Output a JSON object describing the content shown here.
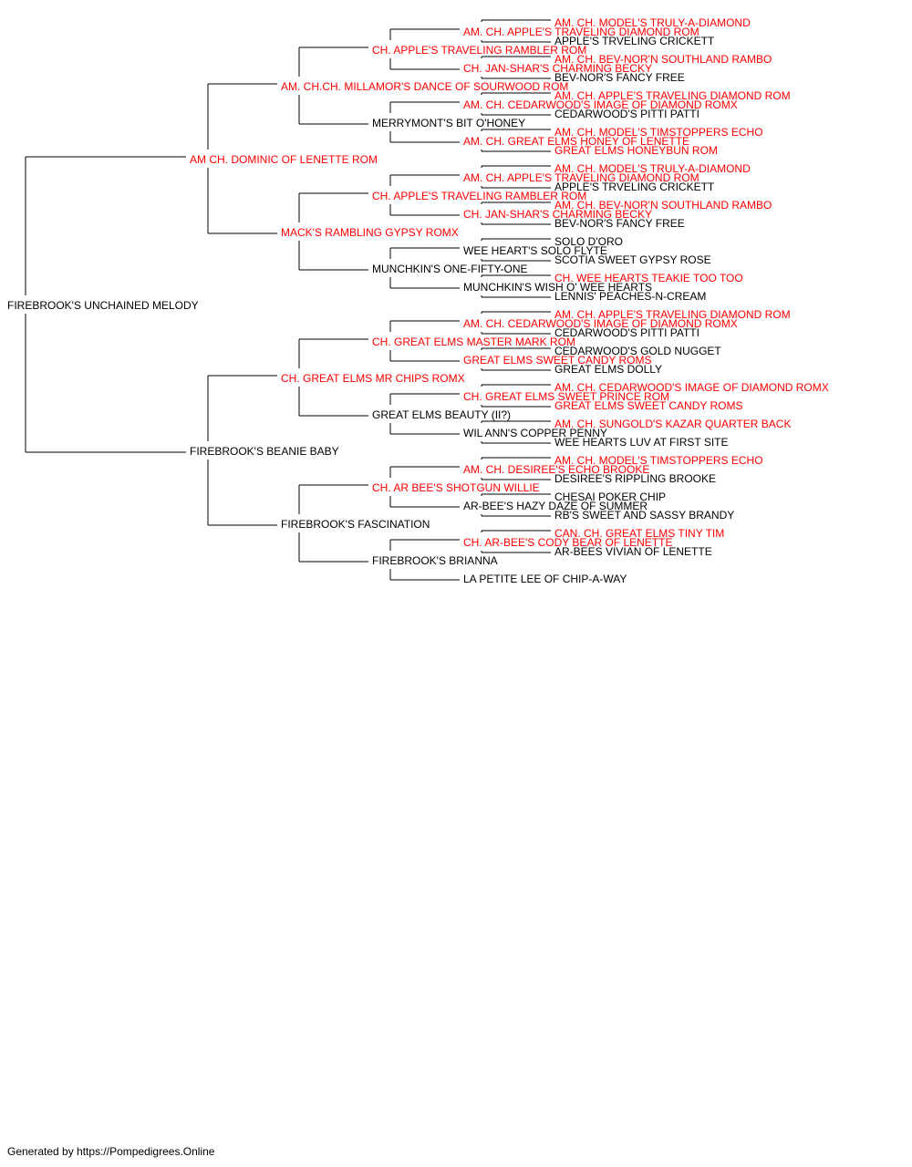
{
  "colors": {
    "champion": "#ff0000",
    "normal": "#000000",
    "line": "#000000"
  },
  "pedigree": {
    "name": "FIREBROOK'S UNCHAINED MELODY",
    "sire": {
      "name": "AM CH. DOMINIC OF LENETTE ROM",
      "champ": true,
      "sire": {
        "name": "AM. CH.CH. MILLAMOR'S DANCE OF SOURWOOD ROM",
        "champ": true,
        "sire": {
          "name": "CH. APPLE'S TRAVELING RAMBLER ROM",
          "champ": true,
          "sire": {
            "name": "AM. CH. APPLE'S TRAVELING DIAMOND ROM",
            "champ": true,
            "sire": {
              "name": "AM. CH. MODEL'S TRULY-A-DIAMOND",
              "champ": true
            },
            "dam": {
              "name": "APPLE'S TRVELING CRICKETT",
              "champ": false
            }
          },
          "dam": {
            "name": "CH. JAN-SHAR'S CHARMING BECKY",
            "champ": true,
            "sire": {
              "name": "AM. CH. BEV-NOR'N SOUTHLAND RAMBO",
              "champ": true
            },
            "dam": {
              "name": "BEV-NOR'S FANCY FREE",
              "champ": false
            }
          }
        },
        "dam": {
          "name": "MERRYMONT'S BIT O'HONEY",
          "champ": false,
          "sire": {
            "name": "AM. CH. CEDARWOOD'S IMAGE OF DIAMOND ROMX",
            "champ": true,
            "sire": {
              "name": "AM. CH. APPLE'S TRAVELING DIAMOND ROM",
              "champ": true
            },
            "dam": {
              "name": "CEDARWOOD'S PITTI PATTI",
              "champ": false
            }
          },
          "dam": {
            "name": "AM. CH. GREAT ELMS HONEY OF LENETTE",
            "champ": true,
            "sire": {
              "name": "AM. CH. MODEL'S TIMSTOPPERS ECHO",
              "champ": true
            },
            "dam": {
              "name": "GREAT ELMS HONEYBUN ROM",
              "champ": true
            }
          }
        }
      },
      "dam": {
        "name": "MACK'S RAMBLING GYPSY ROMX",
        "champ": true,
        "sire": {
          "name": "CH. APPLE'S TRAVELING RAMBLER ROM",
          "champ": true,
          "sire": {
            "name": "AM. CH. APPLE'S TRAVELING DIAMOND ROM",
            "champ": true,
            "sire": {
              "name": "AM. CH. MODEL'S TRULY-A-DIAMOND",
              "champ": true
            },
            "dam": {
              "name": "APPLE'S TRVELING CRICKETT",
              "champ": false
            }
          },
          "dam": {
            "name": "CH. JAN-SHAR'S CHARMING BECKY",
            "champ": true,
            "sire": {
              "name": "AM. CH. BEV-NOR'N SOUTHLAND RAMBO",
              "champ": true
            },
            "dam": {
              "name": "BEV-NOR'S FANCY FREE",
              "champ": false
            }
          }
        },
        "dam": {
          "name": "MUNCHKIN'S ONE-FIFTY-ONE",
          "champ": false,
          "sire": {
            "name": "WEE HEART'S SOLO FLYTE",
            "champ": false,
            "sire": {
              "name": "SOLO D'ORO",
              "champ": false
            },
            "dam": {
              "name": "SCOTIA SWEET GYPSY ROSE",
              "champ": false
            }
          },
          "dam": {
            "name": "MUNCHKIN'S WISH O' WEE HEARTS",
            "champ": false,
            "sire": {
              "name": "CH. WEE HEARTS TEAKIE TOO TOO",
              "champ": true
            },
            "dam": {
              "name": "LENNIS' PEACHES-N-CREAM",
              "champ": false
            }
          }
        }
      }
    },
    "dam": {
      "name": "FIREBROOK'S BEANIE BABY",
      "champ": false,
      "sire": {
        "name": "CH. GREAT ELMS MR CHIPS ROMX",
        "champ": true,
        "sire": {
          "name": "CH. GREAT ELMS MASTER MARK ROM",
          "champ": true,
          "sire": {
            "name": "AM. CH. CEDARWOOD'S IMAGE OF DIAMOND ROMX",
            "champ": true,
            "sire": {
              "name": "AM. CH. APPLE'S TRAVELING DIAMOND ROM",
              "champ": true
            },
            "dam": {
              "name": "CEDARWOOD'S PITTI PATTI",
              "champ": false
            }
          },
          "dam": {
            "name": "GREAT ELMS SWEET CANDY ROMS",
            "champ": true,
            "sire": {
              "name": "CEDARWOOD'S GOLD NUGGET",
              "champ": false
            },
            "dam": {
              "name": "GREAT ELMS DOLLY",
              "champ": false
            }
          }
        },
        "dam": {
          "name": "GREAT ELMS BEAUTY (II?)",
          "champ": false,
          "sire": {
            "name": "CH. GREAT ELMS SWEET PRINCE ROM",
            "champ": true,
            "sire": {
              "name": "AM. CH. CEDARWOOD'S IMAGE OF DIAMOND ROMX",
              "champ": true
            },
            "dam": {
              "name": "GREAT ELMS SWEET CANDY ROMS",
              "champ": true
            }
          },
          "dam": {
            "name": "WIL ANN'S COPPER PENNY",
            "champ": false,
            "sire": {
              "name": "AM. CH. SUNGOLD'S KAZAR QUARTER BACK",
              "champ": true
            },
            "dam": {
              "name": "WEE HEARTS LUV AT FIRST SITE",
              "champ": false
            }
          }
        }
      },
      "dam": {
        "name": "FIREBROOK'S FASCINATION",
        "champ": false,
        "sire": {
          "name": "CH. AR BEE'S SHOTGUN WILLIE",
          "champ": true,
          "sire": {
            "name": "AM. CH. DESIREE'S ECHO BROOKE",
            "champ": true,
            "sire": {
              "name": "AM. CH. MODEL'S TIMSTOPPERS ECHO",
              "champ": true
            },
            "dam": {
              "name": "DESIREE'S RIPPLING BROOKE",
              "champ": false
            }
          },
          "dam": {
            "name": "AR-BEE'S HAZY DAZE OF SUMMER",
            "champ": false,
            "sire": {
              "name": "CHESAI POKER CHIP",
              "champ": false
            },
            "dam": {
              "name": "RB'S SWEET AND SASSY BRANDY",
              "champ": false
            }
          }
        },
        "dam": {
          "name": "FIREBROOK'S BRIANNA",
          "champ": false,
          "sire": {
            "name": "CH. AR-BEE'S CODY BEAR OF LENETTE",
            "champ": true,
            "sire": {
              "name": "CAN. CH. GREAT ELMS TINY TIM",
              "champ": true
            },
            "dam": {
              "name": "AR-BEES VIVIAN OF LENETTE",
              "champ": false
            }
          },
          "dam": {
            "name": "LA PETITE LEE OF CHIP-A-WAY",
            "champ": false
          }
        }
      }
    }
  },
  "footer": "Generated by https://Pompedigrees.Online"
}
